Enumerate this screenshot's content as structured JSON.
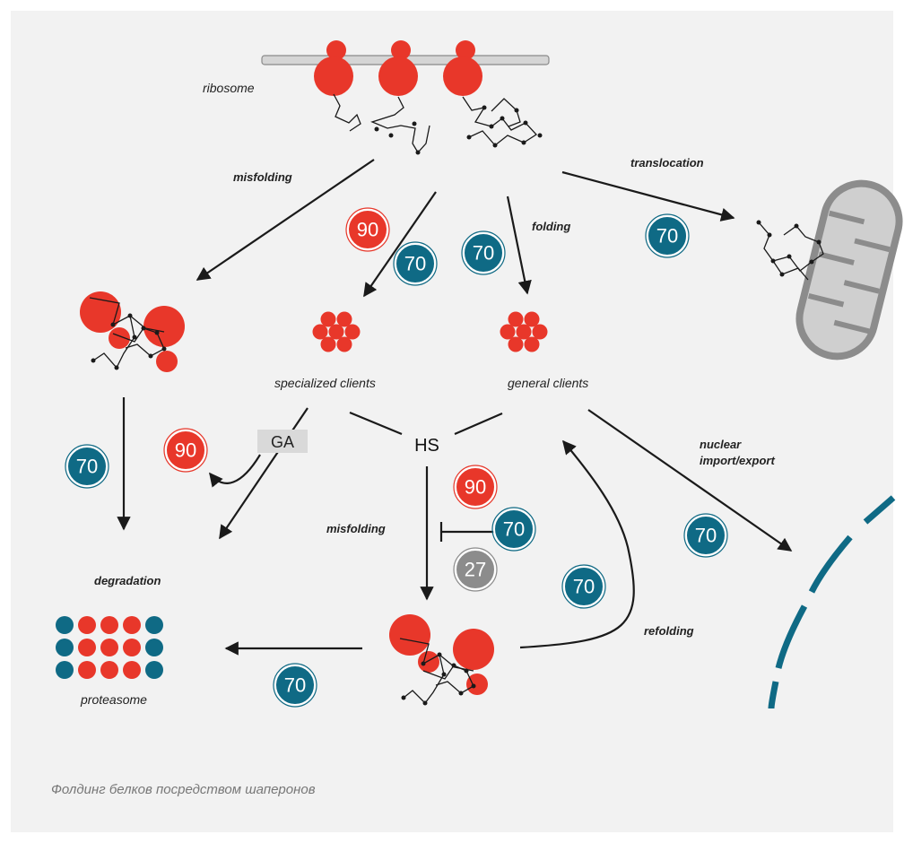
{
  "colors": {
    "background": "#f2f2f2",
    "red": "#e8372a",
    "teal": "#0f6a85",
    "gray": "#8c8c8c",
    "line": "#1a1a1a"
  },
  "labels": {
    "ribosome": "ribosome",
    "misfolding_top": "misfolding",
    "translocation": "translocation",
    "folding": "folding",
    "specialized_clients": "specialized clients",
    "general_clients": "general clients",
    "hs": "HS",
    "ga": "GA",
    "nuclear": "nuclear",
    "import_export": "import/export",
    "misfolding_mid": "misfolding",
    "degradation": "degradation",
    "refolding": "refolding",
    "proteasome": "proteasome"
  },
  "badges": {
    "b90_top": "90",
    "b70_special": "70",
    "b70_folding": "70",
    "b70_transloc": "70",
    "b70_left": "70",
    "b90_ga": "90",
    "b90_hs": "90",
    "b70_hs": "70",
    "b27_hs": "27",
    "b70_refold": "70",
    "b70_nuclear": "70",
    "b70_proteasome": "70"
  },
  "caption": "Фолдинг белков посредством шаперонов"
}
